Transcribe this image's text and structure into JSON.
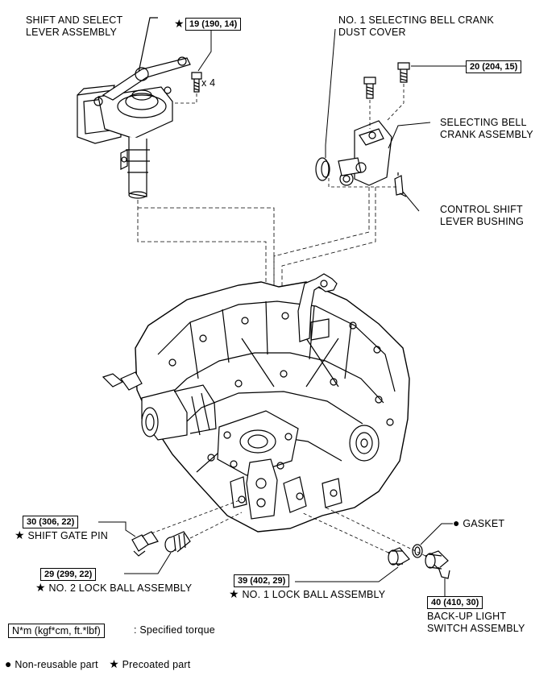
{
  "labels": {
    "shift_select_lever_line1": "SHIFT AND SELECT",
    "shift_select_lever_line2": "LEVER ASSEMBLY",
    "bell_crank_dust_cover_line1": "NO. 1 SELECTING BELL CRANK",
    "bell_crank_dust_cover_line2": "DUST COVER",
    "bell_crank_assembly_line1": "SELECTING BELL",
    "bell_crank_assembly_line2": "CRANK ASSEMBLY",
    "control_shift_bushing_line1": "CONTROL SHIFT",
    "control_shift_bushing_line2": "LEVER BUSHING",
    "shift_gate_pin": "SHIFT GATE PIN",
    "no2_lock_ball": "NO. 2 LOCK BALL ASSEMBLY",
    "no1_lock_ball": "NO. 1 LOCK BALL ASSEMBLY",
    "gasket": "GASKET",
    "backup_light_line1": "BACK-UP LIGHT",
    "backup_light_line2": "SWITCH ASSEMBLY",
    "bolt_quantity": "x 4"
  },
  "torques": {
    "lever_bolts": "19 (190, 14)",
    "bell_crank_bolt": "20 (204, 15)",
    "shift_gate_pin": "30 (306, 22)",
    "no2_lock_ball": "29 (299, 22)",
    "no1_lock_ball": "39 (402, 29)",
    "backup_light": "40 (410, 30)"
  },
  "legend": {
    "torque_unit": "N*m (kgf*cm, ft.*lbf)",
    "torque_desc": ": Specified torque",
    "non_reusable": "Non-reusable part",
    "precoated": "Precoated part"
  },
  "symbols": {
    "star": "★",
    "dot": "●"
  }
}
